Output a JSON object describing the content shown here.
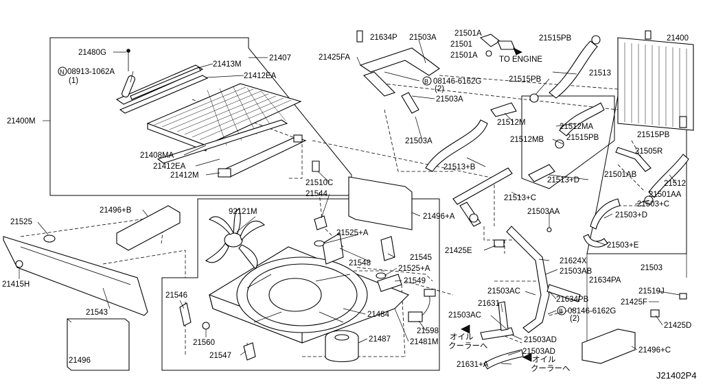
{
  "diagram_id": "J21402P4",
  "parts": [
    {
      "code": "21480G"
    },
    {
      "code": "08913-1062A"
    },
    {
      "code": "(1)"
    },
    {
      "code": "21413M"
    },
    {
      "code": "21407"
    },
    {
      "code": "21412EA"
    },
    {
      "code": "21400M"
    },
    {
      "code": "21408MA"
    },
    {
      "code": "21412EA"
    },
    {
      "code": "21412M"
    },
    {
      "code": "21425FA"
    },
    {
      "code": "21634P"
    },
    {
      "code": "21503A"
    },
    {
      "code": "21501A"
    },
    {
      "code": "21501"
    },
    {
      "code": "21501A"
    },
    {
      "code": "08146-6162G"
    },
    {
      "code": "(2)"
    },
    {
      "code": "21503A"
    },
    {
      "code": "21503A"
    },
    {
      "code": "21515PB"
    },
    {
      "code": "21400"
    },
    {
      "code": "21513"
    },
    {
      "code": "21515PB"
    },
    {
      "code": "21512M"
    },
    {
      "code": "21512MA"
    },
    {
      "code": "21512MB"
    },
    {
      "code": "21515PB"
    },
    {
      "code": "21515PB"
    },
    {
      "code": "21505R"
    },
    {
      "code": "21513+B"
    },
    {
      "code": "21513+D"
    },
    {
      "code": "21501AB"
    },
    {
      "code": "21512"
    },
    {
      "code": "21501AA"
    },
    {
      "code": "21503+C"
    },
    {
      "code": "21513+C"
    },
    {
      "code": "21503+D"
    },
    {
      "code": "21503AA"
    },
    {
      "code": "21503+E"
    },
    {
      "code": "21510C"
    },
    {
      "code": "21544"
    },
    {
      "code": "21496+A"
    },
    {
      "code": "21525+A"
    },
    {
      "code": "92121M"
    },
    {
      "code": "21525"
    },
    {
      "code": "21496+B"
    },
    {
      "code": "21425E"
    },
    {
      "code": "21624X"
    },
    {
      "code": "21503"
    },
    {
      "code": "21503AB"
    },
    {
      "code": "21634PA"
    },
    {
      "code": "21545"
    },
    {
      "code": "21525+A"
    },
    {
      "code": "21548"
    },
    {
      "code": "21549"
    },
    {
      "code": "21415H"
    },
    {
      "code": "21546"
    },
    {
      "code": "21503AC"
    },
    {
      "code": "21519J"
    },
    {
      "code": "21634PB"
    },
    {
      "code": "21425F"
    },
    {
      "code": "21631"
    },
    {
      "code": "08146-6162G"
    },
    {
      "code": "(2)"
    },
    {
      "code": "21543"
    },
    {
      "code": "21484"
    },
    {
      "code": "21503AC"
    },
    {
      "code": "21425D"
    },
    {
      "code": "21598"
    },
    {
      "code": "21560"
    },
    {
      "code": "21487"
    },
    {
      "code": "21481M"
    },
    {
      "code": "21503AD"
    },
    {
      "code": "21496"
    },
    {
      "code": "21547"
    },
    {
      "code": "21503AD"
    },
    {
      "code": "21496+C"
    },
    {
      "code": "21631+A"
    }
  ],
  "notes": {
    "to_engine": "TO ENGINE",
    "oil_cooler_1_line1": "オイル",
    "oil_cooler_1_line2": "クーラーへ",
    "oil_cooler_2_line1": "オイル",
    "oil_cooler_2_line2": "クーラーへ"
  },
  "symbols": {
    "n_circle": "N",
    "b_circle_1": "B",
    "b_circle_2": "B"
  }
}
